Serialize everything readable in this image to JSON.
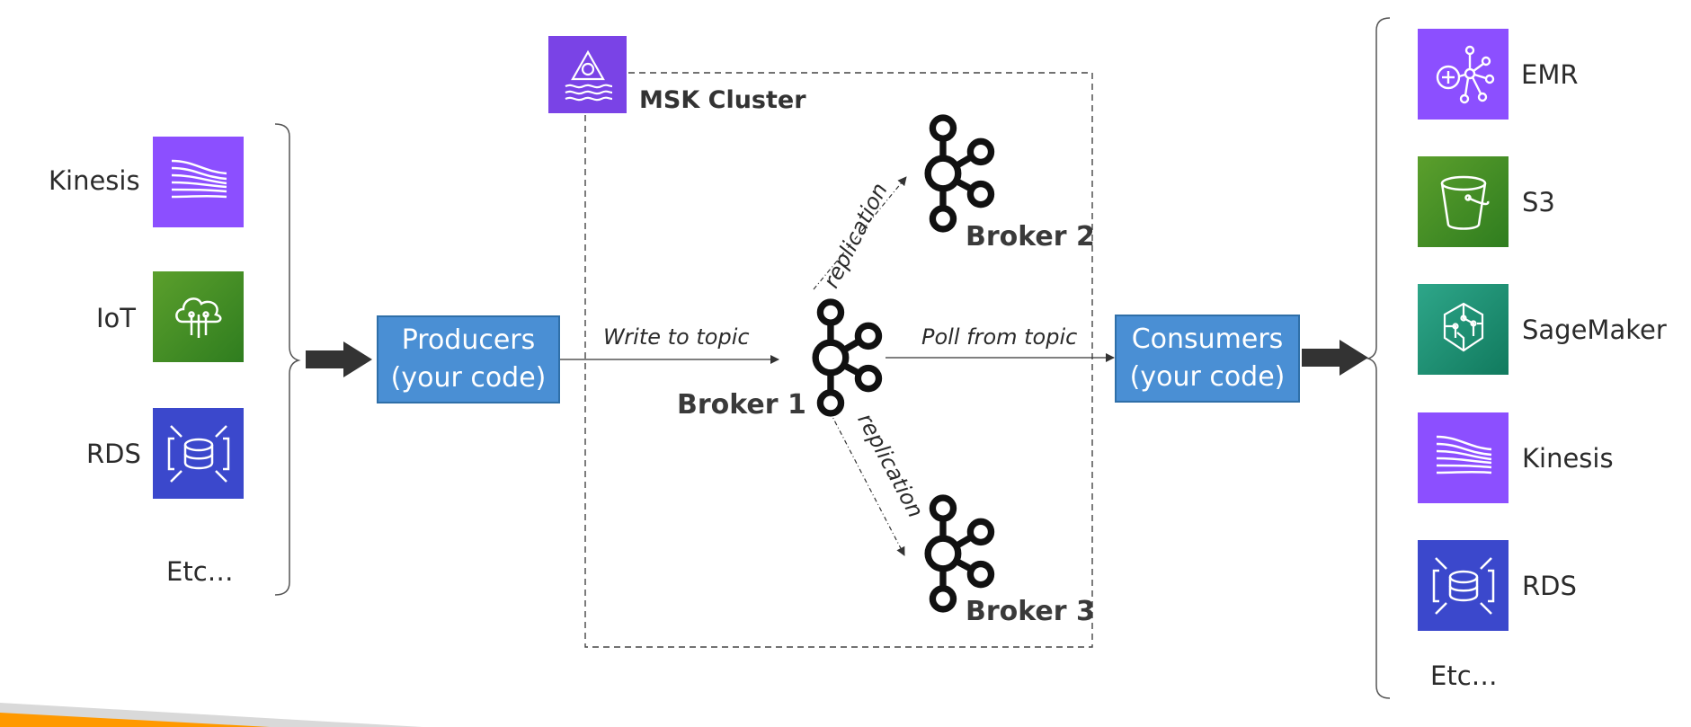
{
  "sources": [
    {
      "label": "Kinesis",
      "icon": "kinesis-icon",
      "color": "#8c4fff"
    },
    {
      "label": "IoT",
      "icon": "iot-icon",
      "color": "#3f8624"
    },
    {
      "label": "RDS",
      "icon": "rds-icon",
      "color": "#3b48cc"
    },
    {
      "label": "Etc…"
    }
  ],
  "producers": {
    "line1": "Producers",
    "line2": "(your code)"
  },
  "cluster": {
    "title": "MSK Cluster",
    "icon": "msk-icon"
  },
  "edges": {
    "write": "Write to topic",
    "poll": "Poll from topic",
    "replication_up": "replication",
    "replication_down": "replication"
  },
  "brokers": {
    "b1": "Broker 1",
    "b2": "Broker 2",
    "b3": "Broker 3"
  },
  "consumers": {
    "line1": "Consumers",
    "line2": "(your code)"
  },
  "destinations": [
    {
      "label": "EMR",
      "icon": "emr-icon",
      "color": "#8c4fff"
    },
    {
      "label": "S3",
      "icon": "s3-icon",
      "color": "#3f8624"
    },
    {
      "label": "SageMaker",
      "icon": "sagemaker-icon",
      "color": "#1a9c7b"
    },
    {
      "label": "Kinesis",
      "icon": "kinesis-icon",
      "color": "#8c4fff"
    },
    {
      "label": "RDS",
      "icon": "rds-icon",
      "color": "#3b48cc"
    },
    {
      "label": "Etc…"
    }
  ],
  "colors": {
    "accent_orange": "#ff9900",
    "box_blue": "#4a8fd4",
    "arrow_dark": "#333333"
  }
}
